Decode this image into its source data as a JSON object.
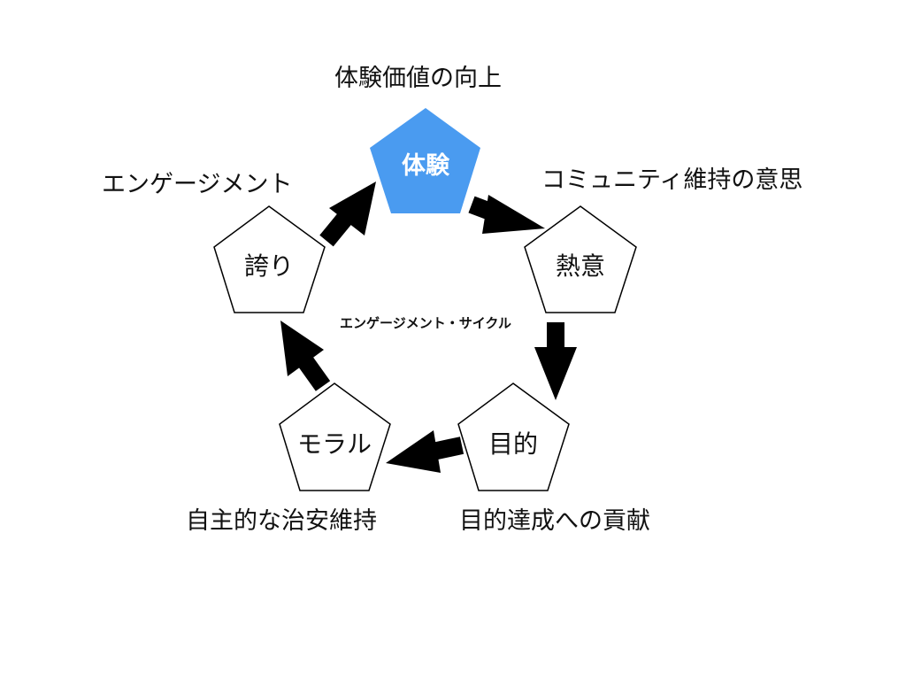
{
  "diagram": {
    "cycle_title": "エンゲージメント・サイクル",
    "accent_color": "#4a9bf0",
    "nodes": [
      {
        "id": "experience",
        "label": "体験",
        "caption": "体験価値の向上",
        "active": true
      },
      {
        "id": "passion",
        "label": "熱意",
        "caption": "コミュニティ維持の意思",
        "active": false
      },
      {
        "id": "purpose",
        "label": "目的",
        "caption": "目的達成への貢献",
        "active": false
      },
      {
        "id": "morale",
        "label": "モラル",
        "caption": "自主的な治安維持",
        "active": false
      },
      {
        "id": "pride",
        "label": "誇り",
        "caption": "エンゲージメント",
        "active": false
      }
    ]
  }
}
